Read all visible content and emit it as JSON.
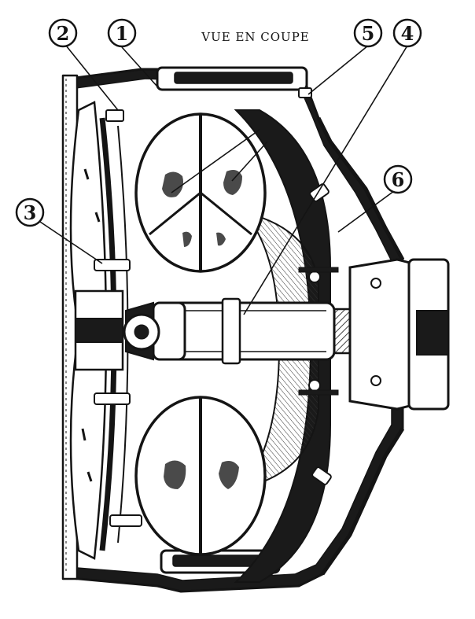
{
  "diagram": {
    "title": "VUE EN COUPE",
    "callouts": [
      "1",
      "2",
      "3",
      "4",
      "5",
      "6"
    ]
  },
  "colors": {
    "ink": "#141414",
    "paper": "#ffffff",
    "hatch": "#5a5a5a"
  }
}
